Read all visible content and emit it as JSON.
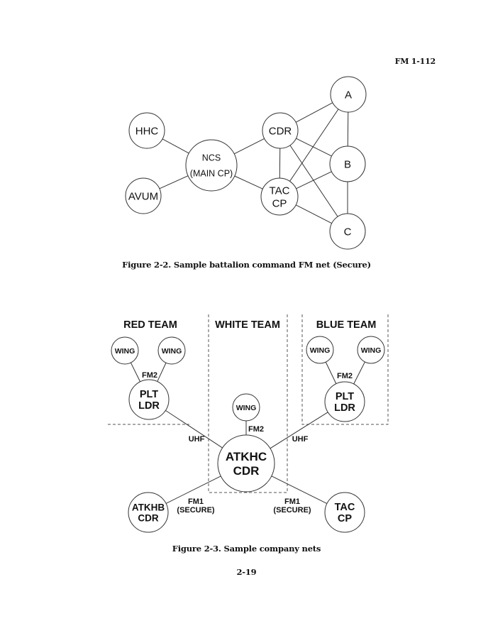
{
  "header": {
    "doc_id": "FM 1-112"
  },
  "figure_2_2": {
    "caption": "Figure 2-2.  Sample battalion command FM net (Secure)",
    "nodes": [
      {
        "id": "hhc",
        "lines": [
          "HHC"
        ]
      },
      {
        "id": "avum",
        "lines": [
          "AVUM"
        ]
      },
      {
        "id": "ncs",
        "lines": [
          "NCS",
          "(MAIN CP)"
        ]
      },
      {
        "id": "cdr",
        "lines": [
          "CDR"
        ]
      },
      {
        "id": "tac",
        "lines": [
          "TAC",
          "CP"
        ]
      },
      {
        "id": "a",
        "lines": [
          "A"
        ]
      },
      {
        "id": "b",
        "lines": [
          "B"
        ]
      },
      {
        "id": "c",
        "lines": [
          "C"
        ]
      }
    ],
    "edges": [
      [
        "hhc",
        "ncs"
      ],
      [
        "avum",
        "ncs"
      ],
      [
        "ncs",
        "cdr"
      ],
      [
        "ncs",
        "tac"
      ],
      [
        "cdr",
        "tac"
      ],
      [
        "cdr",
        "a"
      ],
      [
        "cdr",
        "b"
      ],
      [
        "cdr",
        "c"
      ],
      [
        "tac",
        "a"
      ],
      [
        "tac",
        "b"
      ],
      [
        "tac",
        "c"
      ],
      [
        "a",
        "b"
      ],
      [
        "b",
        "c"
      ]
    ]
  },
  "figure_2_3": {
    "caption": "Figure 2-3.  Sample company nets",
    "teams": {
      "red": "RED TEAM",
      "white": "WHITE TEAM",
      "blue": "BLUE TEAM"
    },
    "nodes": [
      {
        "id": "red_wing1",
        "lines": [
          "WING"
        ]
      },
      {
        "id": "red_wing2",
        "lines": [
          "WING"
        ]
      },
      {
        "id": "red_plt",
        "lines": [
          "PLT",
          "LDR"
        ]
      },
      {
        "id": "white_wing",
        "lines": [
          "WING"
        ]
      },
      {
        "id": "blue_wing1",
        "lines": [
          "WING"
        ]
      },
      {
        "id": "blue_wing2",
        "lines": [
          "WING"
        ]
      },
      {
        "id": "blue_plt",
        "lines": [
          "PLT",
          "LDR"
        ]
      },
      {
        "id": "atkhc",
        "lines": [
          "ATKHC",
          "CDR"
        ]
      },
      {
        "id": "atkhb",
        "lines": [
          "ATKHB",
          "CDR"
        ]
      },
      {
        "id": "taccp",
        "lines": [
          "TAC",
          "CP"
        ]
      }
    ],
    "edges": [
      {
        "from": "red_wing1",
        "to": "red_plt"
      },
      {
        "from": "red_wing2",
        "to": "red_plt"
      },
      {
        "from": "blue_wing1",
        "to": "blue_plt"
      },
      {
        "from": "blue_wing2",
        "to": "blue_plt"
      },
      {
        "from": "white_wing",
        "to": "atkhc"
      },
      {
        "from": "red_plt",
        "to": "atkhc"
      },
      {
        "from": "blue_plt",
        "to": "atkhc"
      },
      {
        "from": "atkhb",
        "to": "atkhc"
      },
      {
        "from": "taccp",
        "to": "atkhc"
      }
    ],
    "net_labels": {
      "red_fm2": "FM2",
      "white_fm2": "FM2",
      "blue_fm2": "FM2",
      "uhf_left": "UHF",
      "uhf_right": "UHF",
      "fm1_left": [
        "FM1",
        "(SECURE)"
      ],
      "fm1_right": [
        "FM1",
        "(SECURE)"
      ]
    }
  },
  "footer": {
    "page_number": "2-19"
  }
}
